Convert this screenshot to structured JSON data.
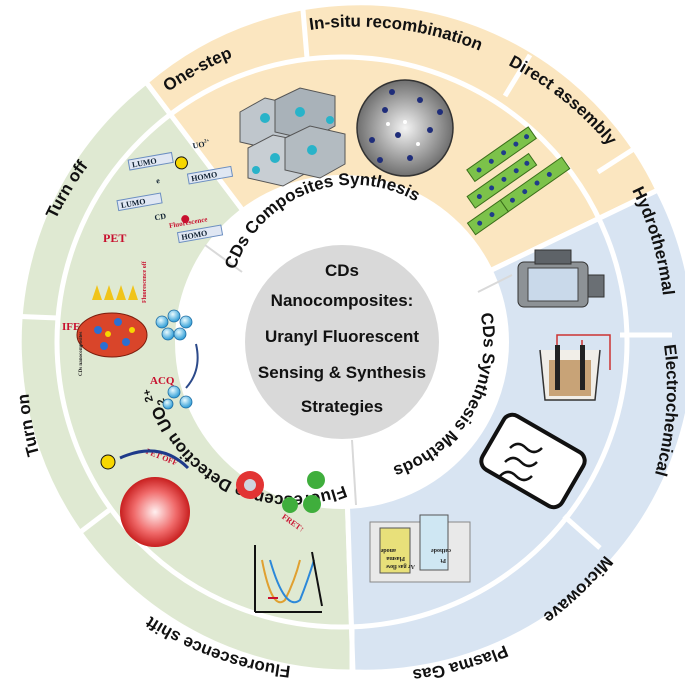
{
  "center": {
    "lines": [
      "CDs",
      "Nanocomposites:",
      "Uranyl Fluorescent",
      "Sensing & Synthesis",
      "Strategies"
    ]
  },
  "sections": {
    "composites": "CDs Composites Synthesis",
    "methods": "CDs Synthesis Methods",
    "detection": "Fluorescence Detection UO",
    "detection_sub": "2",
    "detection_sup": "2+"
  },
  "outer": {
    "one_step": "One-step",
    "in_situ": "In-situ recombination",
    "direct_assembly": "Direct assembly",
    "hydrothermal": "Hydrothermal",
    "electrochemical": "Electrochemical",
    "microwave": "Microwave",
    "plasma_gas": "Plasma Gas",
    "fluorescence_shift": "Fluorescence shift",
    "turn_on": "Turn on",
    "turn_off": "Turn off"
  },
  "pet_panel": {
    "lumo": "LUMO",
    "homo": "HOMO",
    "cd": "CD",
    "pet": "PET",
    "uo2": "UO",
    "uo2_sup": "2+",
    "fluorescence": "Fluorescence",
    "electron": "e"
  },
  "ife_panel": {
    "ife": "IFE",
    "fluorescence_off": "Fluorescence off",
    "cds_nanocomposites": "CDs nanocomposites",
    "acq": "ACQ"
  },
  "turn_on_panel": {
    "pet_off": "PET OFF",
    "fret": "FRET↑"
  },
  "plasma_panel": {
    "ar_gas_flow": "Ar gas flow",
    "plasma": "Plasma",
    "anode": "anode",
    "pt": "Pt",
    "cathode": "cathode"
  },
  "colors": {
    "green_ring": "#dfe9d2",
    "orange_ring": "#fbe6c0",
    "blue_ring": "#d8e4f2",
    "center": "#ffffff"
  }
}
